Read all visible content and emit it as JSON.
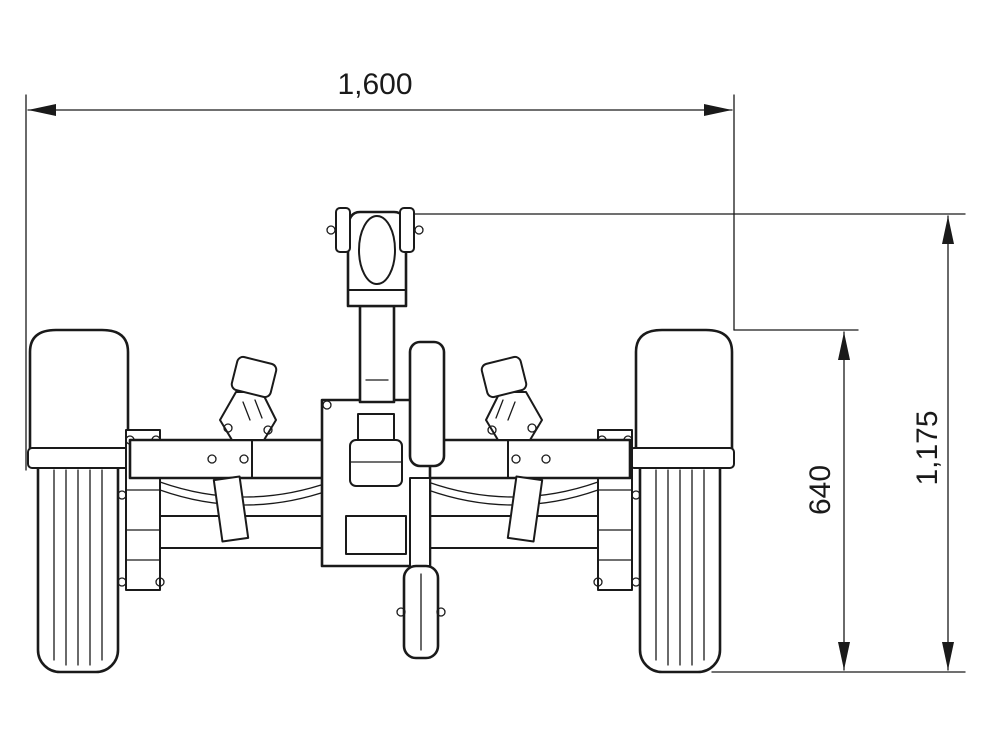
{
  "dimensions": {
    "width": "1,600",
    "overall_height": "1,175",
    "wheel_height": "640"
  },
  "colors": {
    "line": "#1a1a1a",
    "background": "#ffffff"
  }
}
